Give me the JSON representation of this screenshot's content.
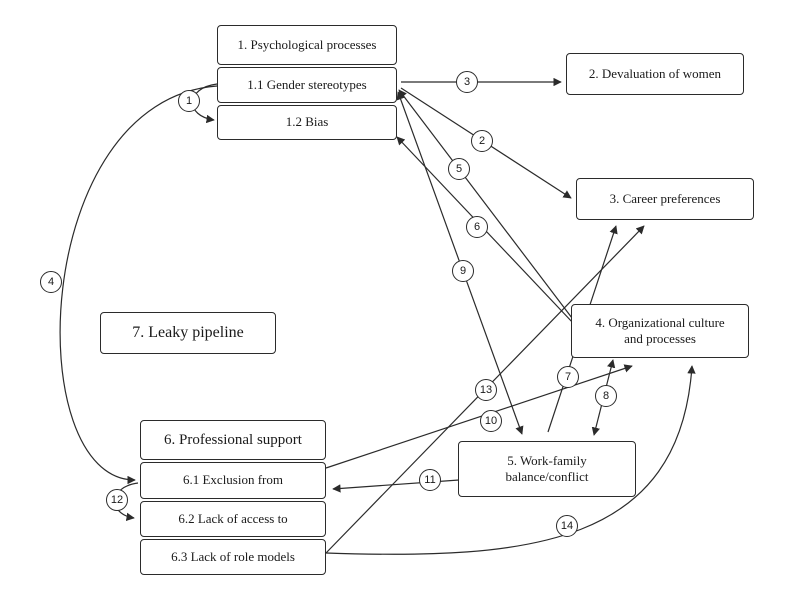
{
  "boxes": {
    "psychological_processes": "1. Psychological processes",
    "gender_stereotypes": "1.1 Gender stereotypes",
    "bias": "1.2 Bias",
    "devaluation_of_women": "2. Devaluation of women",
    "career_preferences": "3. Career preferences",
    "organizational_culture_line1": "4. Organizational culture",
    "organizational_culture_line2": "and processes",
    "work_family_line1": "5. Work-family",
    "work_family_line2": "balance/conflict",
    "professional_support": "6. Professional support",
    "exclusion_from": "6.1 Exclusion from",
    "lack_of_access_to": "6.2 Lack of access to",
    "lack_of_role_models": "6.3 Lack of role models",
    "leaky_pipeline": "7. Leaky pipeline"
  },
  "links": [
    "1",
    "2",
    "3",
    "4",
    "5",
    "6",
    "7",
    "8",
    "9",
    "10",
    "11",
    "12",
    "13",
    "14"
  ],
  "colors": {
    "stroke": "#2b2b2b",
    "background": "#ffffff",
    "text": "#1a1a1a"
  }
}
